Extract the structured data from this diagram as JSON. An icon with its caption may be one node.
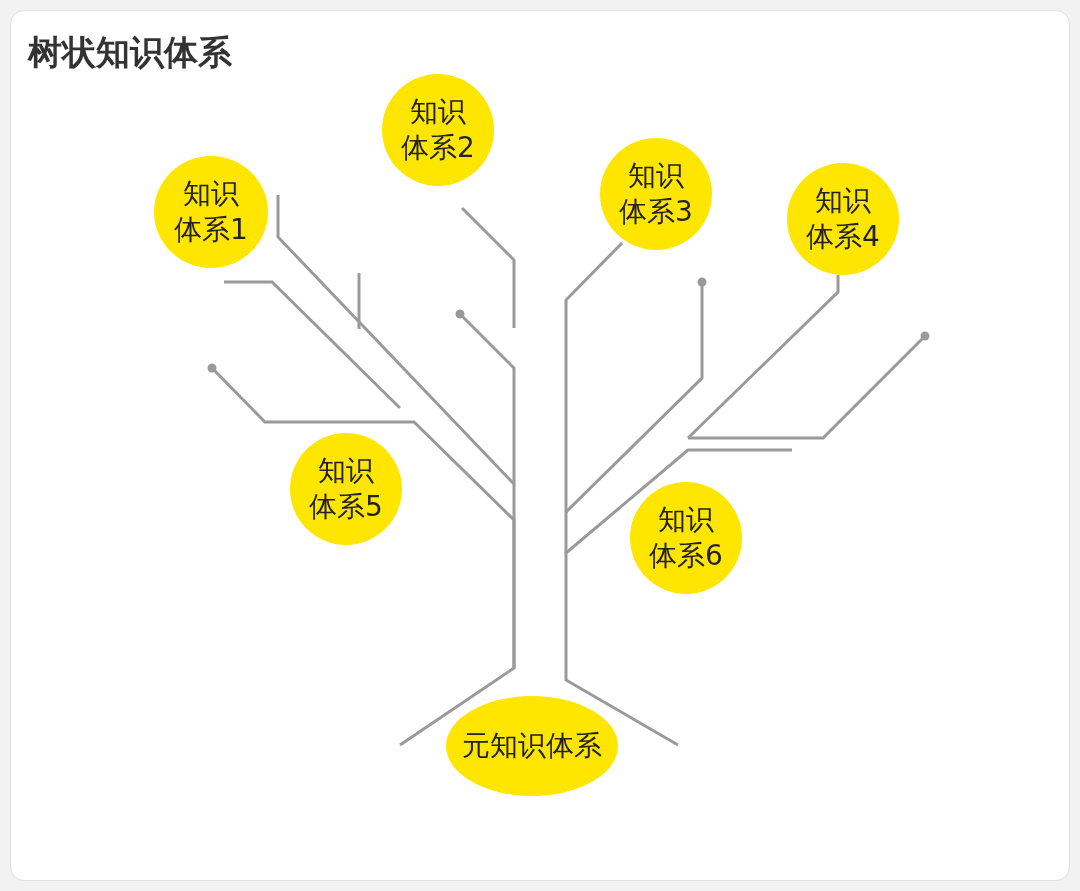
{
  "diagram": {
    "title": "树状知识体系",
    "nodes": [
      {
        "text": [
          "知识体系1"
        ]
      },
      {
        "text": [
          "知识体系2"
        ]
      },
      {
        "text": [
          "知识体系3"
        ]
      },
      {
        "text": [
          "知识体系4"
        ]
      },
      {
        "text": [
          "知识体系5"
        ]
      },
      {
        "text": [
          "知识体系6"
        ]
      },
      {
        "text": [
          "元知识体系"
        ]
      }
    ]
  }
}
